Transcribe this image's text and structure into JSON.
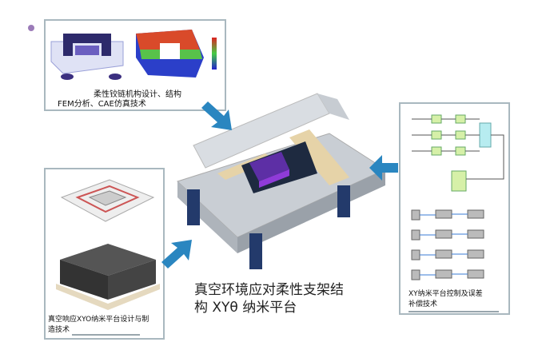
{
  "panels": {
    "top_left": {
      "caption_line1": "柔性铰链机构设计、结构",
      "caption_line2": "FEM分析、CAE仿真技术"
    },
    "bottom_left": {
      "caption_line1": "真空响应XYO纳米平台设计与制",
      "caption_line2": "造技术"
    },
    "right": {
      "caption_line1": "XY纳米平台控制及误差",
      "caption_line2": "补偿技术"
    }
  },
  "center": {
    "title_line1": "真空环境应对柔性支架结",
    "title_line2": "构 XYθ 纳米平台"
  },
  "colors": {
    "arrow": "#2a86c0",
    "bullet": "#9b7bb8",
    "border": "#a9b8bf"
  }
}
